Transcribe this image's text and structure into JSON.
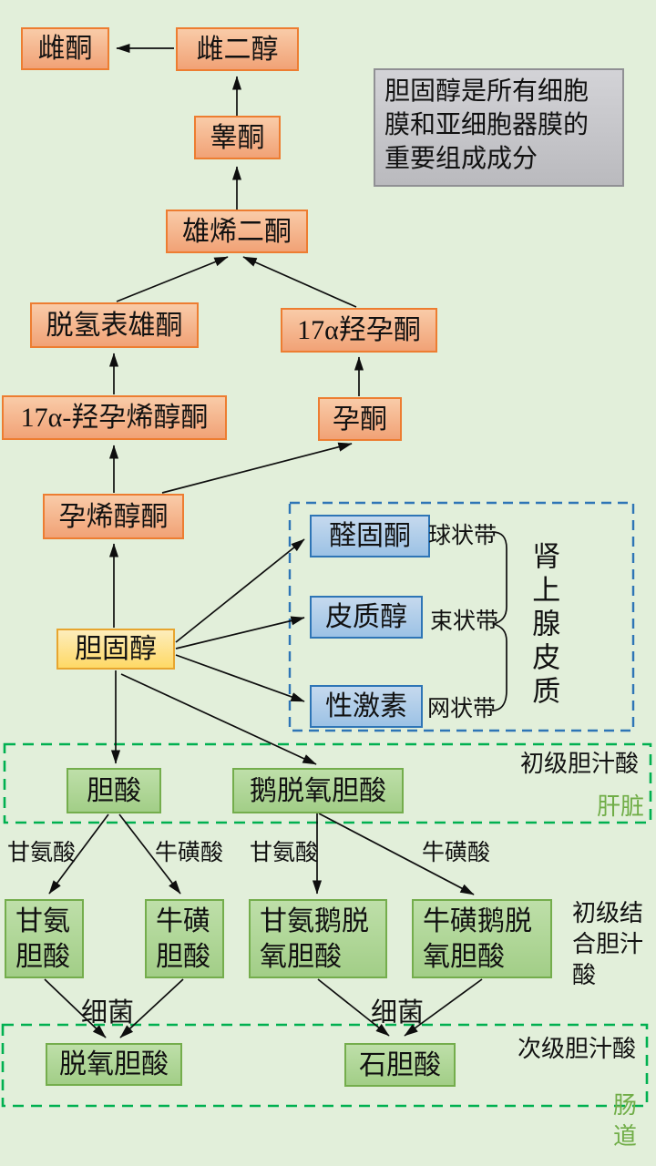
{
  "note": {
    "text": "胆固醇是所有细胞\n膜和亚细胞器膜的\n重要组成成分"
  },
  "nodes": {
    "estrone": "雌酮",
    "estradiol": "雌二醇",
    "testosterone": "睾酮",
    "androstenedione": "雄烯二酮",
    "dehydroepiandrosterone": "脱氢表雄酮",
    "hydroxyprogesterone_17a": "17α羟孕酮",
    "hydroxypregnenolone_17a": "17α-羟孕烯醇酮",
    "progesterone": "孕酮",
    "pregnenolone": "孕烯醇酮",
    "cholesterol": "胆固醇",
    "aldosterone": "醛固酮",
    "cortisol": "皮质醇",
    "sex_hormone": "性激素",
    "cholic_acid": "胆酸",
    "chenodeoxycholic_acid": "鹅脱氧胆酸",
    "glycocholic_acid": "甘氨\n胆酸",
    "taurocholic_acid": "牛磺\n胆酸",
    "glycochenodeoxycholic_acid": "甘氨鹅脱\n氧胆酸",
    "taurochenodeoxycholic_acid": "牛磺鹅脱\n氧胆酸",
    "deoxycholic_acid": "脱氧胆酸",
    "lithocholic_acid": "石胆酸"
  },
  "labels": {
    "zona_glomerulosa": "球状带",
    "zona_fasciculata": "束状带",
    "zona_reticularis": "网状带",
    "adrenal_cortex": "肾上腺皮质",
    "primary_bile_acid": "初级胆汁酸",
    "liver": "肝脏",
    "glycine_left": "甘氨酸",
    "taurine_left": "牛磺酸",
    "glycine_right": "甘氨酸",
    "taurine_right": "牛磺酸",
    "primary_conjugated_bile_acid": "初级结\n合胆汁\n酸",
    "bacteria_left": "细菌",
    "bacteria_right": "细菌",
    "secondary_bile_acid": "次级胆汁酸",
    "intestine": "肠道"
  },
  "colors": {
    "background": "#e2efda",
    "steroid_box_fill": "#f4b183",
    "steroid_box_border": "#ed7d31",
    "cholesterol_fill": "#ffd966",
    "adrenal_box_fill": "#9cc2e5",
    "adrenal_box_border": "#2e75b6",
    "bile_box_fill": "#a9d18e",
    "bile_box_border": "#70ad47",
    "note_fill": "#bfbfbf",
    "organ_dashed_border": "#00b050",
    "adrenal_dashed_border": "#2e75b6",
    "arrow": "#0e0e0e"
  }
}
